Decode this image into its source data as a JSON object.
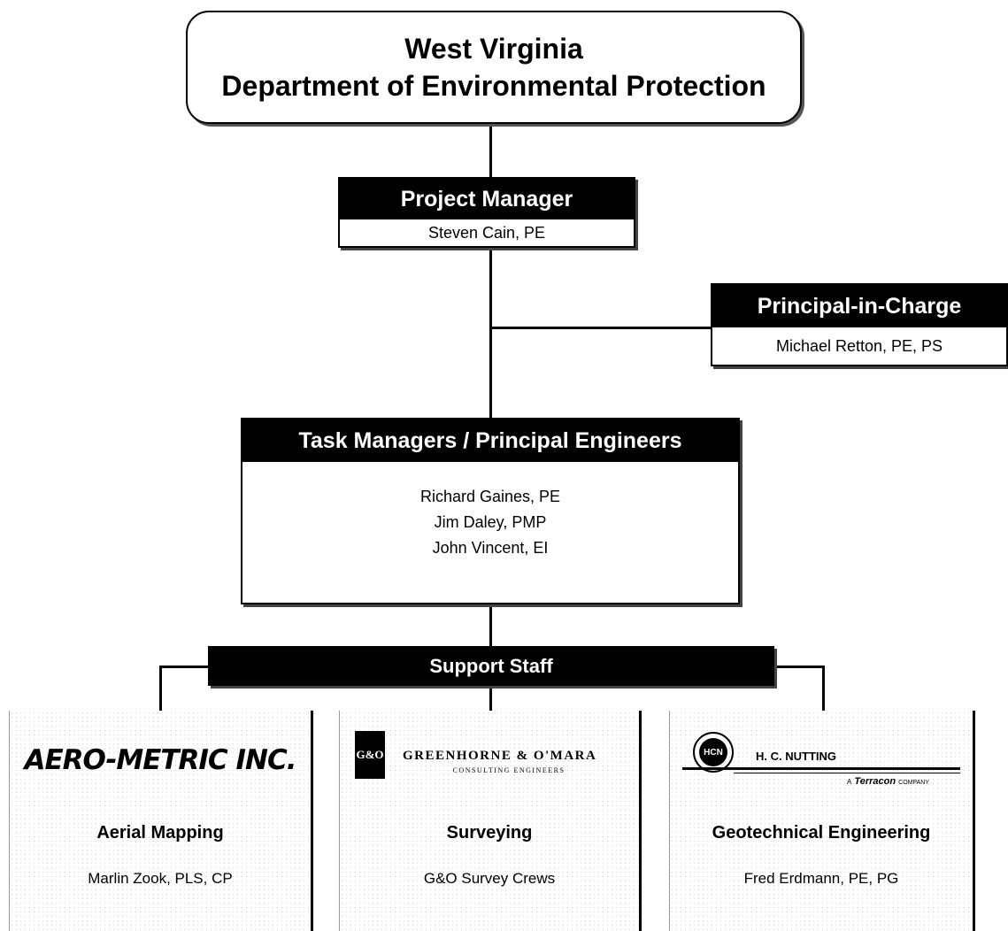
{
  "agency": {
    "line1": "West Virginia",
    "line2": "Department of Environmental Protection"
  },
  "project_manager": {
    "title": "Project Manager",
    "name": "Steven Cain, PE"
  },
  "principal": {
    "title": "Principal-in-Charge",
    "name": "Michael Retton, PE, PS"
  },
  "task_managers": {
    "title": "Task Managers / Principal Engineers",
    "names": [
      "Richard Gaines, PE",
      "Jim Daley, PMP",
      "John Vincent, EI"
    ]
  },
  "support": {
    "title": "Support Staff"
  },
  "firms": [
    {
      "logo": "AERO-METRIC INC.",
      "role": "Aerial Mapping",
      "contact": "Marlin Zook, PLS, CP"
    },
    {
      "logo_mark": "G&O",
      "logo": "GREENHORNE & O'MARA",
      "logo_sub": "CONSULTING ENGINEERS",
      "role": "Surveying",
      "contact": "G&O Survey Crews"
    },
    {
      "logo_mark": "HCN",
      "logo": "H. C. NUTTING",
      "logo_sub_a": "A",
      "logo_sub_brand": "Terracon",
      "logo_sub_b": "COMPANY",
      "role": "Geotechnical Engineering",
      "contact": "Fred Erdmann, PE, PG"
    }
  ]
}
